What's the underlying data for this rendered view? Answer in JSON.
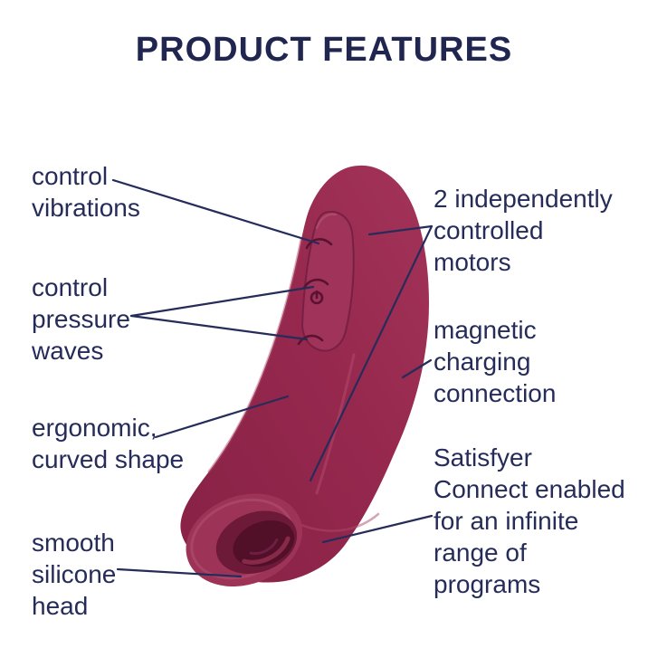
{
  "title": "PRODUCT FEATURES",
  "labels": {
    "left": [
      {
        "id": "control-vibrations",
        "text": "control\nvibrations"
      },
      {
        "id": "control-pressure-waves",
        "text": "control\npressure\nwaves"
      },
      {
        "id": "ergonomic-curved-shape",
        "text": "ergonomic,\ncurved shape"
      },
      {
        "id": "smooth-silicone-head",
        "text": "smooth\nsilicone\nhead"
      }
    ],
    "right": [
      {
        "id": "two-motors",
        "text": "2 independently\ncontrolled\nmotors"
      },
      {
        "id": "magnetic-charging",
        "text": "magnetic\ncharging\nconnection"
      },
      {
        "id": "satisfyer-connect",
        "text": "Satisfyer\nConnect enabled\nfor an infinite\nrange of\nprograms"
      }
    ]
  },
  "product": {
    "description": "burgundy curved silicone device with control panel and round suction head"
  },
  "colors": {
    "text_navy": "#262c5a",
    "title_navy": "#20264f",
    "body_burgundy": "#97294f",
    "body_light": "#a63a60",
    "body_dark": "#7c1f42",
    "head_hole": "#521028",
    "background": "#ffffff"
  }
}
